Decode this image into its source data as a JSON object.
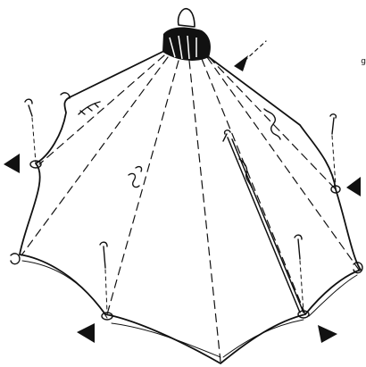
{
  "figure": {
    "subject": "tent",
    "page_mark": "g",
    "colors": {
      "ink": "#111111",
      "paper": "#ffffff"
    },
    "arrow_count": 5,
    "stake_count": 8
  }
}
